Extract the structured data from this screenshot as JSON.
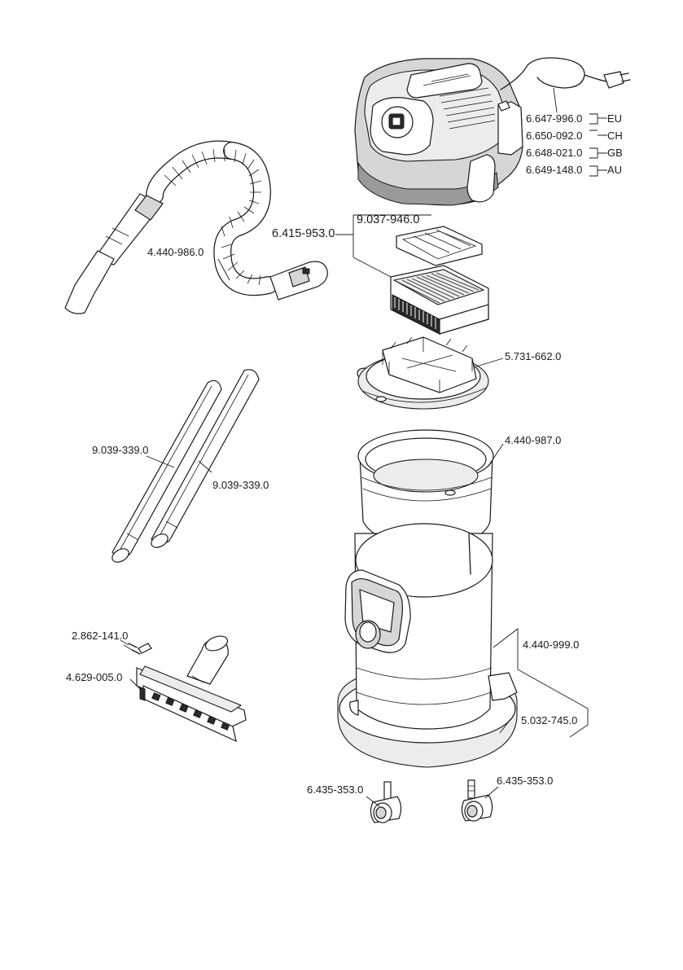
{
  "parts": {
    "motor_head_cable_eu": "6.647-996.0",
    "motor_head_cable_ch": "6.650-092.0",
    "motor_head_cable_gb": "6.648-021.0",
    "motor_head_cable_au": "6.649-148.0",
    "region_eu": "EU",
    "region_ch": "CH",
    "region_gb": "GB",
    "region_au": "AU",
    "suction_hose": "4.440-986.0",
    "filter_set": "6.415-953.0",
    "flat_filter": "9.037-946.0",
    "filter_basket": "5.731-662.0",
    "dirt_container_inner": "4.440-987.0",
    "suction_tube_left": "9.039-339.0",
    "suction_tube_right": "9.039-339.0",
    "floor_nozzle_clip": "2.862-141.0",
    "floor_nozzle_strip": "4.629-005.0",
    "container_body": "4.440-999.0",
    "base_plate": "5.032-745.0",
    "castor_left": "6.435-353.0",
    "castor_right": "6.435-353.0"
  }
}
